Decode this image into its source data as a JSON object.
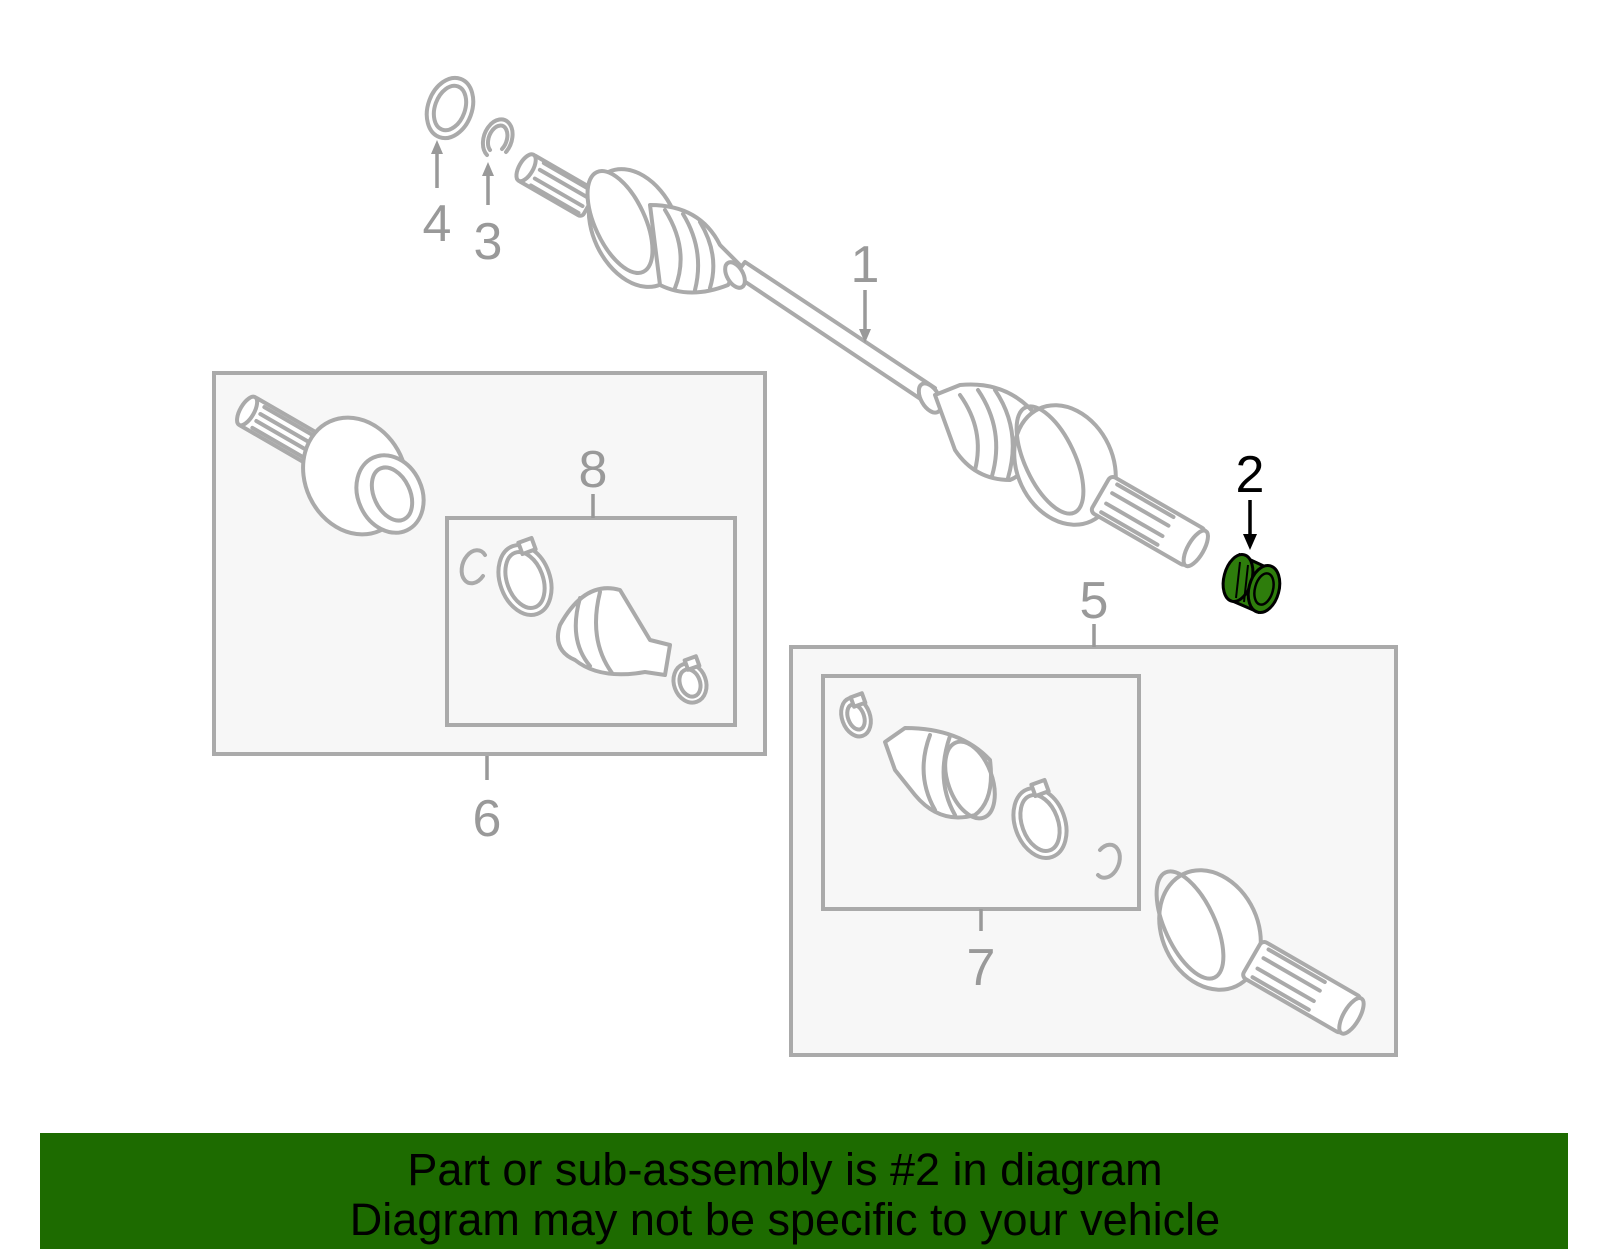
{
  "callouts": {
    "c1": "1",
    "c2": "2",
    "c3": "3",
    "c4": "4",
    "c5": "5",
    "c6": "6",
    "c7": "7",
    "c8": "8"
  },
  "highlight": {
    "part": "2",
    "color": "#2e7d0c"
  },
  "banner": {
    "line1": "Part or sub-assembly is #2 in diagram",
    "line2": "Diagram may not be specific to your vehicle",
    "color": "#1d6b00"
  }
}
